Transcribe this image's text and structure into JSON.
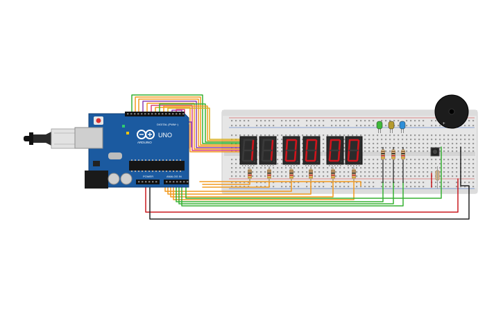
{
  "arduino": {
    "brand": "ARDUINO",
    "model": "UNO",
    "header_digital": "DIGITAL (PWM~)",
    "header_power": "POWER",
    "header_analog": "ANALOG IN"
  },
  "display": {
    "digit_count": 6,
    "segment_color": "#d0141c",
    "lit_segments": [
      [
        "b",
        "c"
      ],
      [
        "b",
        "c"
      ],
      [
        "a",
        "b",
        "c",
        "d",
        "e",
        "f"
      ],
      [
        "a",
        "b",
        "c",
        "d",
        "e",
        "f"
      ],
      [
        "a",
        "b",
        "c",
        "d",
        "e",
        "f"
      ],
      [
        "a",
        "b",
        "c",
        "d",
        "e",
        "f"
      ]
    ]
  },
  "leds": [
    {
      "name": "green-led",
      "color": "#3fb93a"
    },
    {
      "name": "yellow-led",
      "color": "#b59a2e"
    },
    {
      "name": "blue-led",
      "color": "#2f8fd8"
    }
  ],
  "colors": {
    "board": "#1b5aa0",
    "breadboard": "#e9e9e9",
    "wire_green": "#35b030",
    "wire_orange": "#f29a1e",
    "wire_red": "#c8181e",
    "wire_black": "#222222",
    "wire_purple": "#8a3fb0",
    "wire_pink": "#d8407a"
  }
}
